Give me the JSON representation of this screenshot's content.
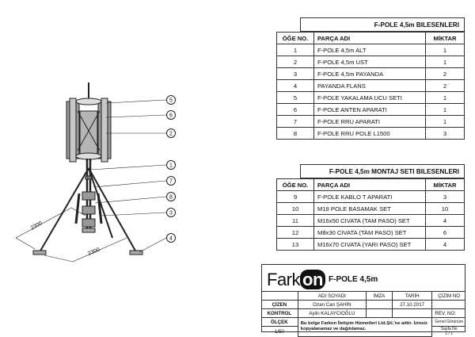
{
  "parts_table": {
    "title": "F-POLE 4,5m BILESENLERI",
    "headers": [
      "ÖĞE NO.",
      "PARÇA ADI",
      "MİKTAR"
    ],
    "rows": [
      [
        "1",
        "F-POLE 4,5m ALT",
        "1"
      ],
      [
        "2",
        "F-POLE 4,5m UST",
        "1"
      ],
      [
        "3",
        "F-POLE 4,5m PAYANDA",
        "2"
      ],
      [
        "4",
        "PAYANDA FLANS",
        "2"
      ],
      [
        "5",
        "F-POLE YAKALAMA UCU SETI",
        "1"
      ],
      [
        "6",
        "F-POLE ANTEN APARATI",
        "1"
      ],
      [
        "7",
        "F-POLE RRU APARATI",
        "1"
      ],
      [
        "8",
        "F-POLE RRU POLE L1500",
        "3"
      ]
    ]
  },
  "mounting_table": {
    "title": "F-POLE 4,5m MONTAJ SETI BILESENLERI",
    "headers": [
      "ÖĞE NO.",
      "PARÇA ADI",
      "MİKTAR"
    ],
    "rows": [
      [
        "9",
        "F-POLE KABLO T APARATI",
        "3"
      ],
      [
        "10",
        "M18 POLE BASAMAK SET",
        "10"
      ],
      [
        "11",
        "M16x50 CIVATA (TAM PASO) SET",
        "4"
      ],
      [
        "12",
        "M8x30 CIVATA (TAM PASO) SET",
        "6"
      ],
      [
        "13",
        "M16x70 CIVATA (YARI PASO) SET",
        "4"
      ]
    ]
  },
  "drawing": {
    "callouts": [
      "5",
      "6",
      "2",
      "1",
      "7",
      "8",
      "3",
      "4"
    ],
    "dimensions": [
      "2300",
      "2300"
    ]
  },
  "title_block": {
    "logo_left": "Fark",
    "logo_right": "on",
    "product": "F-POLE 4,5m",
    "col_headers": {
      "name": "ADI SOYADI",
      "signature": "İMZA",
      "date": "TARİH",
      "drawing_no": "ÇİZİM NO"
    },
    "rows": [
      {
        "label": "ÇİZEN",
        "name": "Ozan Can ŞAHİN",
        "date": "27.10.2017"
      },
      {
        "label": "KONTROL",
        "name": "Aylin KALAYCIOĞLU"
      }
    ],
    "rev_label": "REV. NO:",
    "scale_label": "ÖLÇEK",
    "scale_value": "1/50",
    "notice": "Bu belge Farkon İletişim Hizmetleri Ltd.Şti.'ne aittir. İzinsiz kopyalanamaz ve dağıtılamaz.",
    "sheet_label": "Genel Görünüm",
    "sheet_sub": "Sayfa No",
    "sheet_value": "1 / 1",
    "logo_accent": "#111111"
  }
}
